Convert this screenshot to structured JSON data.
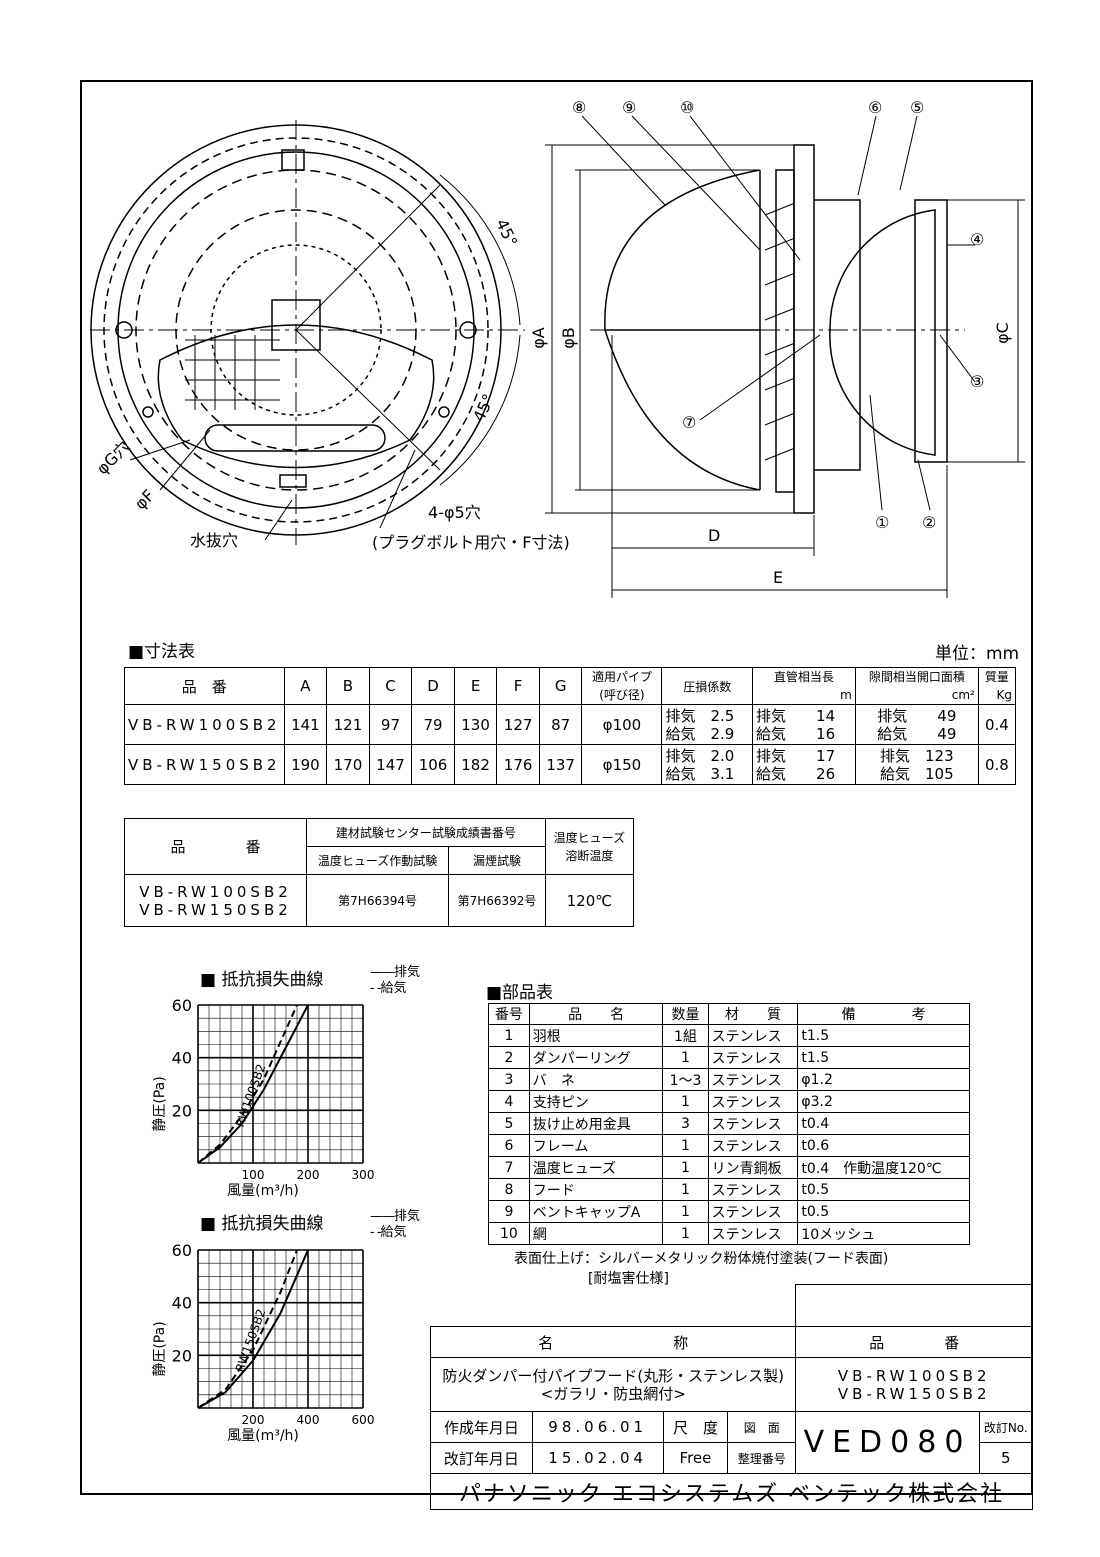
{
  "drawing": {
    "callouts": [
      "⑧",
      "⑨",
      "⑩",
      "⑥",
      "⑤",
      "④",
      "③",
      "⑦",
      "①",
      "②"
    ],
    "angle1": "45°",
    "angle2": "45°",
    "phiA": "φA",
    "phiB": "φB",
    "phiC": "φC",
    "phiG": "φG穴",
    "phiF": "φF",
    "dimD": "D",
    "dimE": "E",
    "drain": "水抜穴",
    "holes": "4-φ5穴",
    "holes_note": "(プラグボルト用穴・F寸法)"
  },
  "dimtable": {
    "title": "■寸法表",
    "unit": "単位：mm",
    "headers": [
      "品　番",
      "A",
      "B",
      "C",
      "D",
      "E",
      "F",
      "G",
      "適用パイプ",
      "(呼び径)",
      "圧損係数",
      "直管相当長",
      "m",
      "隙間相当開口面積",
      "cm²",
      "質量",
      "Kg"
    ],
    "rows": [
      {
        "model": "VB-RW100SB2",
        "A": "141",
        "B": "121",
        "C": "97",
        "D": "79",
        "E": "130",
        "F": "127",
        "G": "87",
        "pipe": "φ100",
        "loss1": "排気　2.5",
        "loss2": "給気　2.9",
        "len1": "排気　　14",
        "len2": "給気　　16",
        "area1": "排気　　49",
        "area2": "給気　　49",
        "mass": "0.4"
      },
      {
        "model": "VB-RW150SB2",
        "A": "190",
        "B": "170",
        "C": "147",
        "D": "106",
        "E": "182",
        "F": "176",
        "G": "137",
        "pipe": "φ150",
        "loss1": "排気　2.0",
        "loss2": "給気　3.1",
        "len1": "排気　　17",
        "len2": "給気　　26",
        "area1": "排気　123",
        "area2": "給気　105",
        "mass": "0.8"
      }
    ]
  },
  "testtable": {
    "h_model": "品　　　　番",
    "h_center": "建材試験センター試験成績書番号",
    "h_fuse_test": "温度ヒューズ作動試験",
    "h_smoke": "漏煙試験",
    "h_temp1": "温度ヒューズ",
    "h_temp2": "溶断温度",
    "model1": "VB-RW100SB2",
    "model2": "VB-RW150SB2",
    "fuse_no": "第7H66394号",
    "smoke_no": "第7H66392号",
    "temp": "120℃"
  },
  "graph1": {
    "title": "■ 抵抗損失曲線",
    "legend_exhaust": "排気",
    "legend_supply": "給気",
    "ylabel": "静圧(Pa)",
    "xlabel": "風量(m³/h)",
    "yticks": [
      "60",
      "40",
      "20"
    ],
    "xticks": [
      "100",
      "200",
      "300"
    ],
    "curve_label": "RW100SB2"
  },
  "graph2": {
    "title": "■ 抵抗損失曲線",
    "legend_exhaust": "排気",
    "legend_supply": "給気",
    "ylabel": "静圧(Pa)",
    "xlabel": "風量(m³/h)",
    "yticks": [
      "60",
      "40",
      "20"
    ],
    "xticks": [
      "200",
      "400",
      "600"
    ],
    "curve_label": "RW150SB2"
  },
  "chart_data": [
    {
      "type": "line",
      "title": "抵抗損失曲線",
      "xlabel": "風量(m³/h)",
      "ylabel": "静圧(Pa)",
      "xlim": [
        0,
        300
      ],
      "ylim": [
        0,
        60
      ],
      "series": [
        {
          "name": "排気",
          "x": [
            0,
            40,
            80,
            120,
            160,
            200
          ],
          "y": [
            0,
            6,
            15,
            28,
            44,
            60
          ]
        },
        {
          "name": "給気",
          "x": [
            0,
            40,
            80,
            120,
            150,
            180
          ],
          "y": [
            0,
            7,
            18,
            32,
            46,
            60
          ]
        }
      ]
    },
    {
      "type": "line",
      "title": "抵抗損失曲線",
      "xlabel": "風量(m³/h)",
      "ylabel": "静圧(Pa)",
      "xlim": [
        0,
        600
      ],
      "ylim": [
        0,
        60
      ],
      "series": [
        {
          "name": "排気",
          "x": [
            0,
            100,
            200,
            300,
            400
          ],
          "y": [
            0,
            6,
            18,
            36,
            60
          ]
        },
        {
          "name": "給気",
          "x": [
            0,
            100,
            200,
            300,
            360
          ],
          "y": [
            0,
            7,
            22,
            44,
            60
          ]
        }
      ]
    }
  ],
  "parts": {
    "title": "■部品表",
    "headers": [
      "番号",
      "品　　名",
      "数量",
      "材　　質",
      "備　　　　考"
    ],
    "rows": [
      [
        "1",
        "羽根",
        "1組",
        "ステンレス",
        "t1.5"
      ],
      [
        "2",
        "ダンパーリング",
        "1",
        "ステンレス",
        "t1.5"
      ],
      [
        "3",
        "バ　ネ",
        "1～3",
        "ステンレス",
        "φ1.2"
      ],
      [
        "4",
        "支持ピン",
        "1",
        "ステンレス",
        "φ3.2"
      ],
      [
        "5",
        "抜け止め用金具",
        "3",
        "ステンレス",
        "t0.4"
      ],
      [
        "6",
        "フレーム",
        "1",
        "ステンレス",
        "t0.6"
      ],
      [
        "7",
        "温度ヒューズ",
        "1",
        "リン青銅板",
        "t0.4　作動温度120℃"
      ],
      [
        "8",
        "フード",
        "1",
        "ステンレス",
        "t0.5"
      ],
      [
        "9",
        "ベントキャップA",
        "1",
        "ステンレス",
        "t0.5"
      ],
      [
        "10",
        "網",
        "1",
        "ステンレス",
        "10メッシュ"
      ]
    ],
    "note1": "表面仕上げ：シルバーメタリック粉体焼付塗装(フード表面)",
    "note2": "[耐塩害仕様]"
  },
  "titleblock": {
    "h_name": "名　　　　　　　　称",
    "h_model": "品　　　　番",
    "name1": "防火ダンパー付パイプフード(丸形・ステンレス製)",
    "name2": "<ガラリ・防虫網付>",
    "model1": "VB-RW100SB2",
    "model2": "VB-RW150SB2",
    "created_label": "作成年月日",
    "created": "98.06.01",
    "revised_label": "改訂年月日",
    "revised": "15.02.04",
    "scale_label": "尺　度",
    "scale": "Free",
    "drawing_label": "図　面",
    "drawing_label2": "整理番号",
    "drawing_no": "VED080",
    "rev_label": "改訂No.",
    "rev": "5",
    "company": "パナソニック エコシステムズ ベンテック株式会社"
  }
}
